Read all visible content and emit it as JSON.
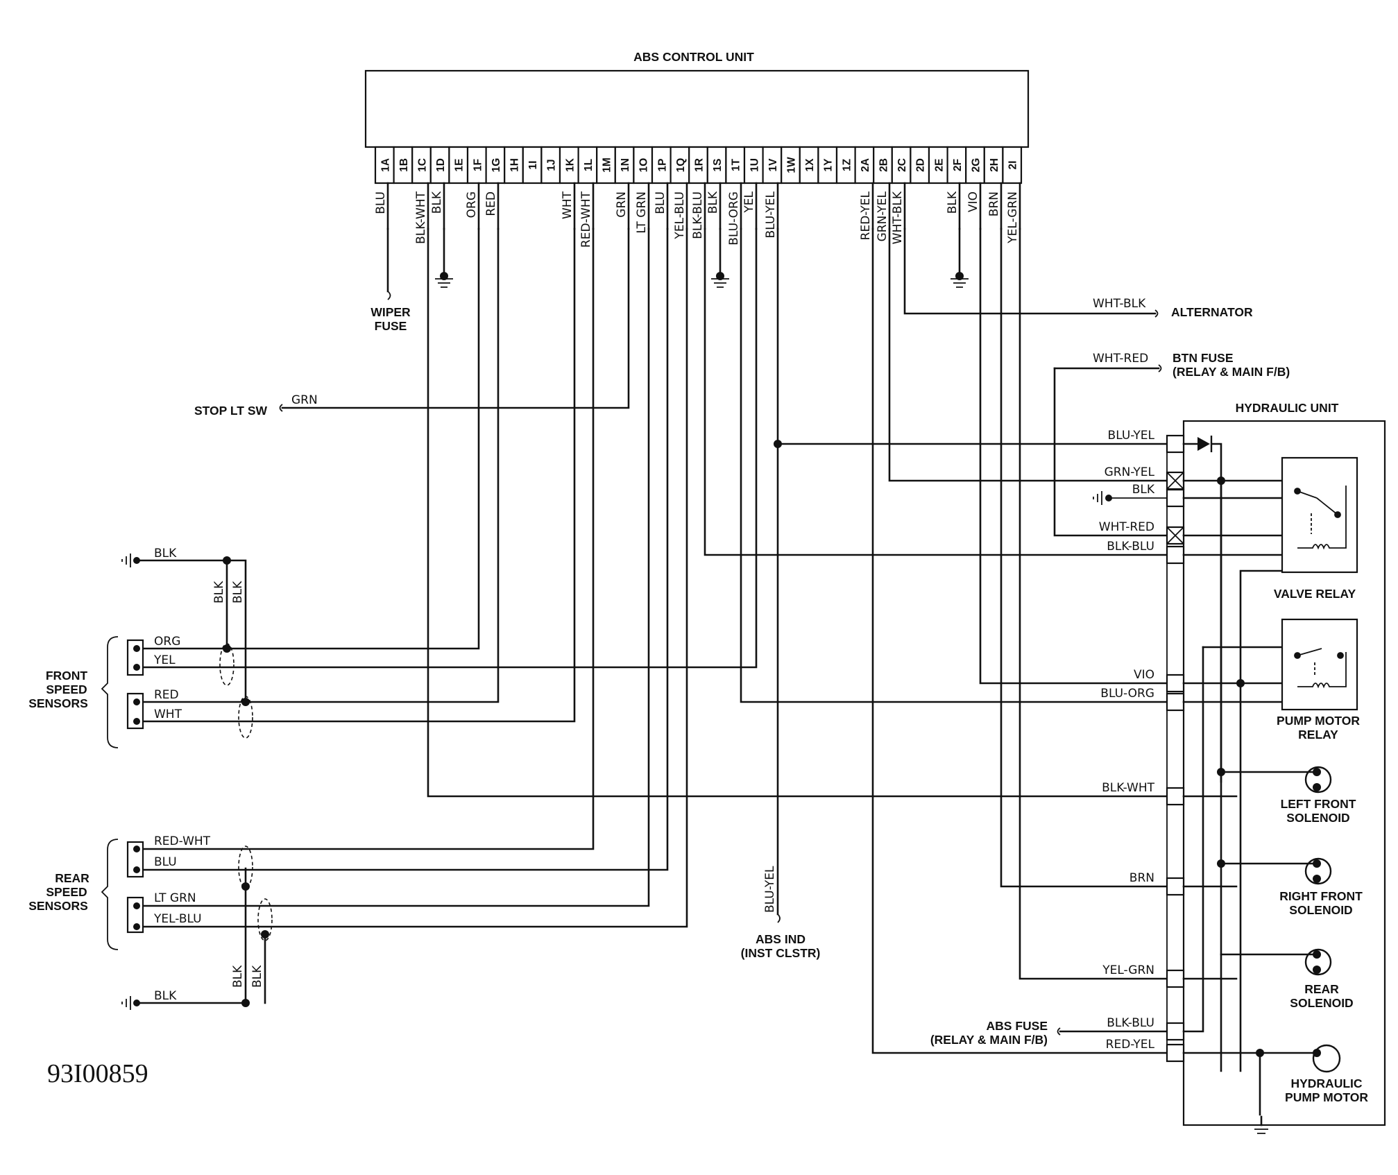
{
  "title": "ABS CONTROL UNIT",
  "diagram_code": "93I00859",
  "pins": [
    "1A",
    "1B",
    "1C",
    "1D",
    "1E",
    "1F",
    "1G",
    "1H",
    "1I",
    "1J",
    "1K",
    "1L",
    "1M",
    "1N",
    "1O",
    "1P",
    "1Q",
    "1R",
    "1S",
    "1T",
    "1U",
    "1V",
    "1W",
    "1X",
    "1Y",
    "1Z",
    "2A",
    "2B",
    "2C",
    "2D",
    "2E",
    "2F",
    "2G",
    "2H",
    "2I"
  ],
  "pin_wires": [
    {
      "pin": "1A",
      "color": "BLU"
    },
    {
      "pin": "1C",
      "color": "BLK-WHT"
    },
    {
      "pin": "1D",
      "color": "BLK"
    },
    {
      "pin": "1F",
      "color": "ORG"
    },
    {
      "pin": "1G",
      "color": "RED"
    },
    {
      "pin": "1K",
      "color": "WHT"
    },
    {
      "pin": "1L",
      "color": "RED-WHT"
    },
    {
      "pin": "1N",
      "color": "GRN"
    },
    {
      "pin": "1O",
      "color": "LT GRN"
    },
    {
      "pin": "1P",
      "color": "BLU"
    },
    {
      "pin": "1Q",
      "color": "YEL-BLU"
    },
    {
      "pin": "1R",
      "color": "BLK-BLU"
    },
    {
      "pin": "1S",
      "color": "BLK"
    },
    {
      "pin": "1T",
      "color": "BLU-ORG"
    },
    {
      "pin": "1U",
      "color": "YEL"
    },
    {
      "pin": "1V",
      "color": "BLU-YEL"
    },
    {
      "pin": "2A",
      "color": "RED-YEL"
    },
    {
      "pin": "2B",
      "color": "GRN-YEL"
    },
    {
      "pin": "2C",
      "color": "WHT-BLK"
    },
    {
      "pin": "2F",
      "color": "BLK"
    },
    {
      "pin": "2G",
      "color": "VIO"
    },
    {
      "pin": "2H",
      "color": "BRN"
    },
    {
      "pin": "2I",
      "color": "YEL-GRN"
    }
  ],
  "external": {
    "wiper_fuse": [
      "WIPER",
      "FUSE"
    ],
    "stop_lt_sw": "STOP LT SW",
    "stop_wire": "GRN",
    "alternator": "ALTERNATOR",
    "alternator_wire": "WHT-BLK",
    "btn_fuse": [
      "BTN FUSE",
      "(RELAY & MAIN F/B)"
    ],
    "btn_wire": "WHT-RED",
    "abs_ind": [
      "ABS IND",
      "(INST CLSTR)"
    ],
    "abs_ind_wire": "BLU-YEL",
    "abs_fuse": [
      "ABS FUSE",
      "(RELAY & MAIN F/B)"
    ]
  },
  "front_sensors": {
    "title": [
      "FRONT",
      "SPEED",
      "SENSORS"
    ],
    "ground_wire": "BLK",
    "shield_wires": [
      "BLK",
      "BLK"
    ],
    "wires": [
      "ORG",
      "YEL",
      "RED",
      "WHT"
    ]
  },
  "rear_sensors": {
    "title": [
      "REAR",
      "SPEED",
      "SENSORS"
    ],
    "ground_wire": "BLK",
    "shield_wires": [
      "BLK",
      "BLK"
    ],
    "wires": [
      "RED-WHT",
      "BLU",
      "LT GRN",
      "YEL-BLU"
    ]
  },
  "hydraulic_unit": {
    "title": "HYDRAULIC UNIT",
    "inputs": [
      "BLU-YEL",
      "GRN-YEL",
      "BLK",
      "WHT-RED",
      "BLK-BLU",
      "VIO",
      "BLU-ORG",
      "BLK-WHT",
      "BRN",
      "YEL-GRN",
      "BLK-BLU",
      "RED-YEL"
    ],
    "components": {
      "valve_relay": [
        "VALVE RELAY"
      ],
      "pump_motor_relay": [
        "PUMP MOTOR",
        "RELAY"
      ],
      "left_front_solenoid": [
        "LEFT FRONT",
        "SOLENOID"
      ],
      "right_front_solenoid": [
        "RIGHT FRONT",
        "SOLENOID"
      ],
      "rear_solenoid": [
        "REAR",
        "SOLENOID"
      ],
      "hydraulic_pump_motor": [
        "HYDRAULIC",
        "PUMP MOTOR"
      ]
    }
  }
}
